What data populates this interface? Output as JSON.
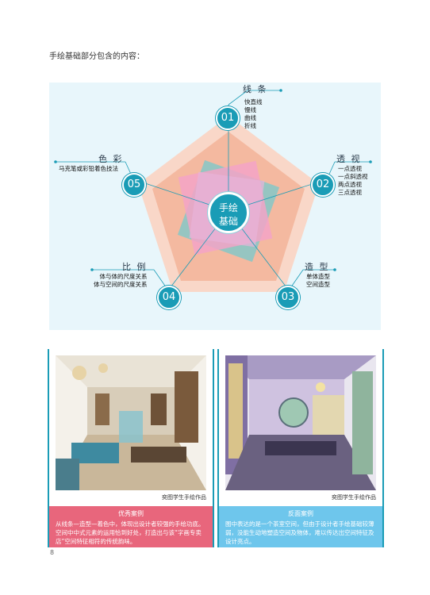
{
  "intro": "手绘基础部分包含的内容：",
  "center": {
    "line1": "手绘",
    "line2": "基础"
  },
  "nodes": [
    {
      "num": "01",
      "heading": "线 条",
      "items": [
        "快直线",
        "慢线",
        "曲线",
        "折线"
      ]
    },
    {
      "num": "02",
      "heading": "透 视",
      "items": [
        "一点透视",
        "一点斜透视",
        "两点透视",
        "三点透视"
      ]
    },
    {
      "num": "03",
      "heading": "造 型",
      "items": [
        "单体造型",
        "空间造型"
      ]
    },
    {
      "num": "04",
      "heading": "比 例",
      "items": [
        "体与体的尺度关系",
        "体与空间的尺度关系"
      ]
    },
    {
      "num": "05",
      "heading": "色 彩",
      "items": [
        "马克笔或彩铅着色技法"
      ]
    }
  ],
  "cards": [
    {
      "caption": "奕图学生手绘作品",
      "title": "优秀案例",
      "text": "从线条—造型—着色中，体现出设计者较强的手绘功底。空间中中式元素的运用恰到好处，打造出与该“字画专卖店”空间特征相符的传统韵味。",
      "color": "#e8667c"
    },
    {
      "caption": "奕图学生手绘作品",
      "title": "反面案例",
      "text": "图中表达的是一个茶室空间，但由于设计者手绘基础较薄弱，没能生动地塑造空间及物体，难以传达出空间特征及设计亮点。",
      "color": "#6ec6ec"
    }
  ],
  "colors": {
    "accent": "#1a9cb6",
    "outer": "#f7c8b4",
    "inner": "#f1aa8e"
  },
  "page_number": "8"
}
